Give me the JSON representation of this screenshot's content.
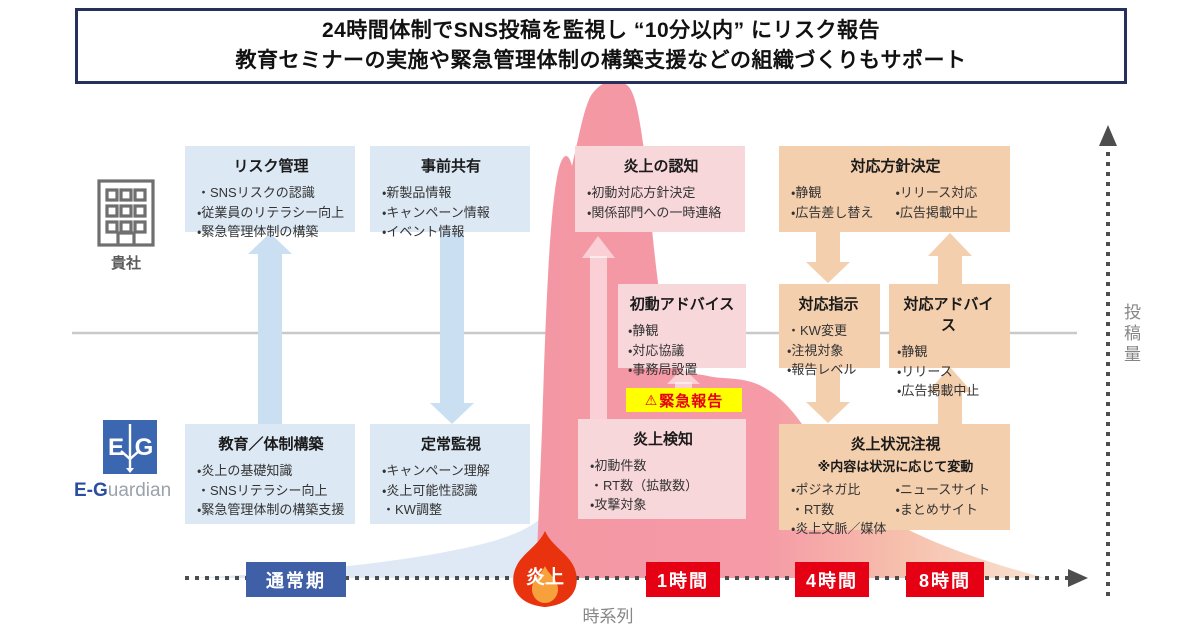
{
  "header": {
    "line1": "24時間体制でSNS投稿を監視し “10分以内” にリスク報告",
    "line2": "教育セミナーの実施や緊急管理体制の構築支援などの組織づくりもサポート"
  },
  "actors": {
    "company_label": "貴社",
    "vendor": {
      "logo_left": "E",
      "logo_right": "G",
      "name_strong": "E-G",
      "name_rest": "uardian"
    }
  },
  "boxes": {
    "risk_management": {
      "title": "リスク管理",
      "items": [
        "・SNSリスクの認識",
        "・従業員のリテラシー向上",
        "・緊急管理体制の構築"
      ]
    },
    "advance_sharing": {
      "title": "事前共有",
      "items": [
        "・新製品情報",
        "・キャンペーン情報",
        "・イベント情報"
      ]
    },
    "flame_recognition": {
      "title": "炎上の認知",
      "items": [
        "・初動対応方針決定",
        "・関係部門への一時連絡"
      ]
    },
    "policy_decision": {
      "title": "対応方針決定",
      "items_left": [
        "・静観",
        "・広告差し替え"
      ],
      "items_right": [
        "・リリース対応",
        "・広告掲載中止"
      ]
    },
    "initial_advice": {
      "title": "初動アドバイス",
      "items": [
        "・静観",
        "・対応協議",
        "・事務局設置"
      ]
    },
    "response_instruction": {
      "title": "対応指示",
      "items": [
        "・KW変更",
        "・注視対象",
        "・報告レベル"
      ]
    },
    "response_advice": {
      "title": "対応アドバイス",
      "items": [
        "・静観",
        "・リリース",
        "・広告掲載中止"
      ]
    },
    "education": {
      "title": "教育／体制構築",
      "items": [
        "・炎上の基礎知識",
        "・SNSリテラシー向上",
        "・緊急管理体制の構築支援"
      ]
    },
    "regular_monitoring": {
      "title": "定常監視",
      "items": [
        "・キャンペーン理解",
        "・炎上可能性認識",
        "・KW調整"
      ]
    },
    "flame_detection": {
      "title": "炎上検知",
      "items": [
        "・初動件数",
        "・RT数（拡散数）",
        "・攻撃対象"
      ]
    },
    "flame_status_watch": {
      "title": "炎上状況注視",
      "subtitle": "※内容は状況に応じて変動",
      "items_left": [
        "・ポジネガ比",
        "・RT数",
        "・炎上文脈／媒体"
      ],
      "items_right": [
        "・ニュースサイト",
        "・まとめサイト"
      ]
    }
  },
  "emergency_report": {
    "icon": "⚠",
    "label": "緊急報告"
  },
  "timeline": {
    "normal_period": "通常期",
    "flame_label": "炎上",
    "milestones": [
      "1時間",
      "4時間",
      "8時間"
    ],
    "x_axis_label": "時系列",
    "y_axis_label": "投稿量"
  },
  "colors": {
    "box_blue": "#dce8f4",
    "box_pink": "#f8d7db",
    "box_orange": "#f4cfad",
    "timeline_red": "#e60013",
    "normal_navy": "#3f5fa7",
    "alert_yellow": "#ffff00",
    "mountain_pink": "#f59aa6",
    "mountain_tail": "#f9ddc9",
    "curve_blue": "#dfe9f5",
    "logo_blue": "#3a67b0"
  }
}
